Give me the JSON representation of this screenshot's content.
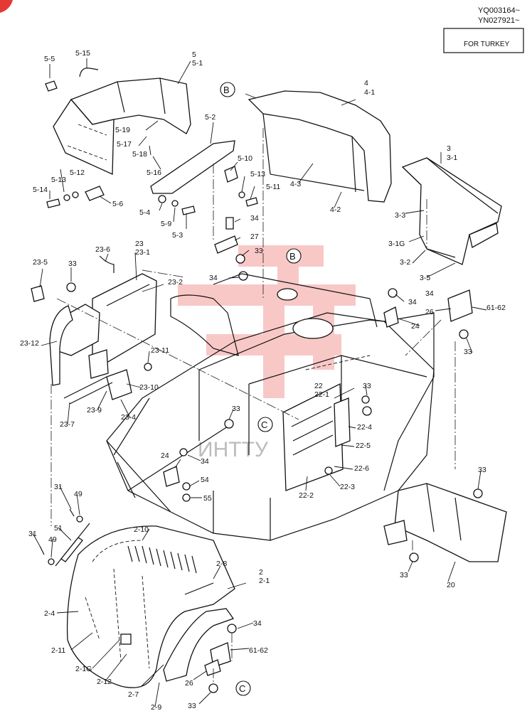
{
  "header": {
    "serial_1": "YQ003164~",
    "serial_2": "YN027921~",
    "note_box": "FOR TURKEY"
  },
  "watermark": {
    "color": "#e53935",
    "text": "ИНТТУ"
  },
  "reference_markers": {
    "b_top": "B",
    "b_mid": "B",
    "c_mid": "C",
    "c_bottom": "C"
  },
  "callouts": {
    "p5_5": "5-5",
    "p5_15": "5-15",
    "p5": "5",
    "p5_1": "5-1",
    "p4": "4",
    "p4_1": "4-1",
    "p5_19": "5-19",
    "p5_17": "5-17",
    "p5_18": "5-18",
    "p5_16": "5-16",
    "p5_2": "5-2",
    "p5_10": "5-10",
    "p5_13b": "5-13",
    "p5_11": "5-11",
    "p5_14": "5-14",
    "p5_13a": "5-13",
    "p5_12": "5-12",
    "p5_6": "5-6",
    "p5_4": "5-4",
    "p5_9": "5-9",
    "p5_3": "5-3",
    "p4_3": "4-3",
    "p4_2": "4-2",
    "p3": "3",
    "p3_1": "3-1",
    "p3_3": "3-3",
    "p3_1g": "3-1G",
    "p3_2": "3-2",
    "p3_5": "3-5",
    "p34_a": "34",
    "p27": "27",
    "p33_a": "33",
    "p34_b": "34",
    "p23_6": "23-6",
    "p23": "23",
    "p23_1": "23-1",
    "p23_5": "23-5",
    "p33_b": "33",
    "p23_2": "23-2",
    "p23_12": "23-12",
    "p23_11": "23-11",
    "p23_10": "23-10",
    "p23_9": "23-9",
    "p23_4": "23-4",
    "p23_7": "23-7",
    "p34_c": "34",
    "p26_a": "26",
    "p61_62_a": "61-62",
    "p24_a": "24",
    "p33_c": "33",
    "p22": "22",
    "p22_1": "22-1",
    "p33_d": "33",
    "p22_4": "22-4",
    "p22_5": "22-5",
    "p22_6": "22-6",
    "p22_3": "22-3",
    "p22_2": "22-2",
    "p33_e": "33",
    "p24_b": "24",
    "p34_d": "34",
    "p54": "54",
    "p55": "55",
    "p33_f": "33",
    "p33_g": "33",
    "p20": "20",
    "p31_a": "31",
    "p49_a": "49",
    "p51": "51",
    "p31_b": "31",
    "p49_b": "49",
    "p2_10": "2-10",
    "p2_8": "2-8",
    "p2": "2",
    "p2_1": "2-1",
    "p2_4": "2-4",
    "p2_11": "2-11",
    "p2_1g": "2-1G",
    "p2_12": "2-12",
    "p2_7": "2-7",
    "p2_9": "2-9",
    "p34_e": "34",
    "p61_62_b": "61-62",
    "p26_b": "26",
    "p33_h": "33"
  }
}
